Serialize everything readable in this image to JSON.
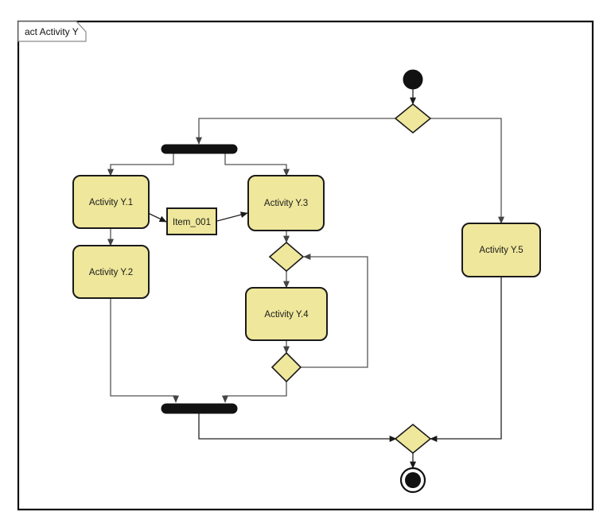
{
  "frame": {
    "label": "act Activity Y",
    "kind": "activity-frame"
  },
  "palette": {
    "node_fill": "#efe79b",
    "node_stroke": "#1b1b1b",
    "edge_stroke": "#555555",
    "control_node_fill": "#111111",
    "background": "#ffffff"
  },
  "nodes": {
    "initial": {
      "name": "initial-node",
      "type": "initial"
    },
    "decision_start": {
      "name": "decision-start",
      "type": "decision"
    },
    "fork": {
      "name": "fork-bar",
      "type": "fork"
    },
    "activity_1": {
      "label": "Activity Y.1",
      "type": "action"
    },
    "activity_2": {
      "label": "Activity Y.2",
      "type": "action"
    },
    "activity_3": {
      "label": "Activity Y.3",
      "type": "action"
    },
    "activity_4": {
      "label": "Activity Y.4",
      "type": "action"
    },
    "activity_5": {
      "label": "Activity Y.5",
      "type": "action"
    },
    "item_001": {
      "label": "Item_001",
      "type": "object"
    },
    "merge_loop": {
      "name": "merge-loop",
      "type": "merge"
    },
    "decision_loop": {
      "name": "decision-loop",
      "type": "decision"
    },
    "join": {
      "name": "join-bar",
      "type": "join"
    },
    "merge_end": {
      "name": "merge-end",
      "type": "merge"
    },
    "final": {
      "name": "final-node",
      "type": "activity-final"
    }
  },
  "edges": [
    {
      "from": "initial",
      "to": "decision_start"
    },
    {
      "from": "decision_start",
      "to": "fork"
    },
    {
      "from": "decision_start",
      "to": "activity_5"
    },
    {
      "from": "fork",
      "to": "activity_1"
    },
    {
      "from": "fork",
      "to": "activity_3"
    },
    {
      "from": "activity_1",
      "to": "item_001"
    },
    {
      "from": "item_001",
      "to": "activity_3"
    },
    {
      "from": "activity_1",
      "to": "activity_2"
    },
    {
      "from": "activity_2",
      "to": "join"
    },
    {
      "from": "activity_3",
      "to": "merge_loop"
    },
    {
      "from": "merge_loop",
      "to": "activity_4"
    },
    {
      "from": "activity_4",
      "to": "decision_loop"
    },
    {
      "from": "decision_loop",
      "to": "merge_loop"
    },
    {
      "from": "decision_loop",
      "to": "join"
    },
    {
      "from": "join",
      "to": "merge_end"
    },
    {
      "from": "activity_5",
      "to": "merge_end"
    },
    {
      "from": "merge_end",
      "to": "final"
    }
  ]
}
